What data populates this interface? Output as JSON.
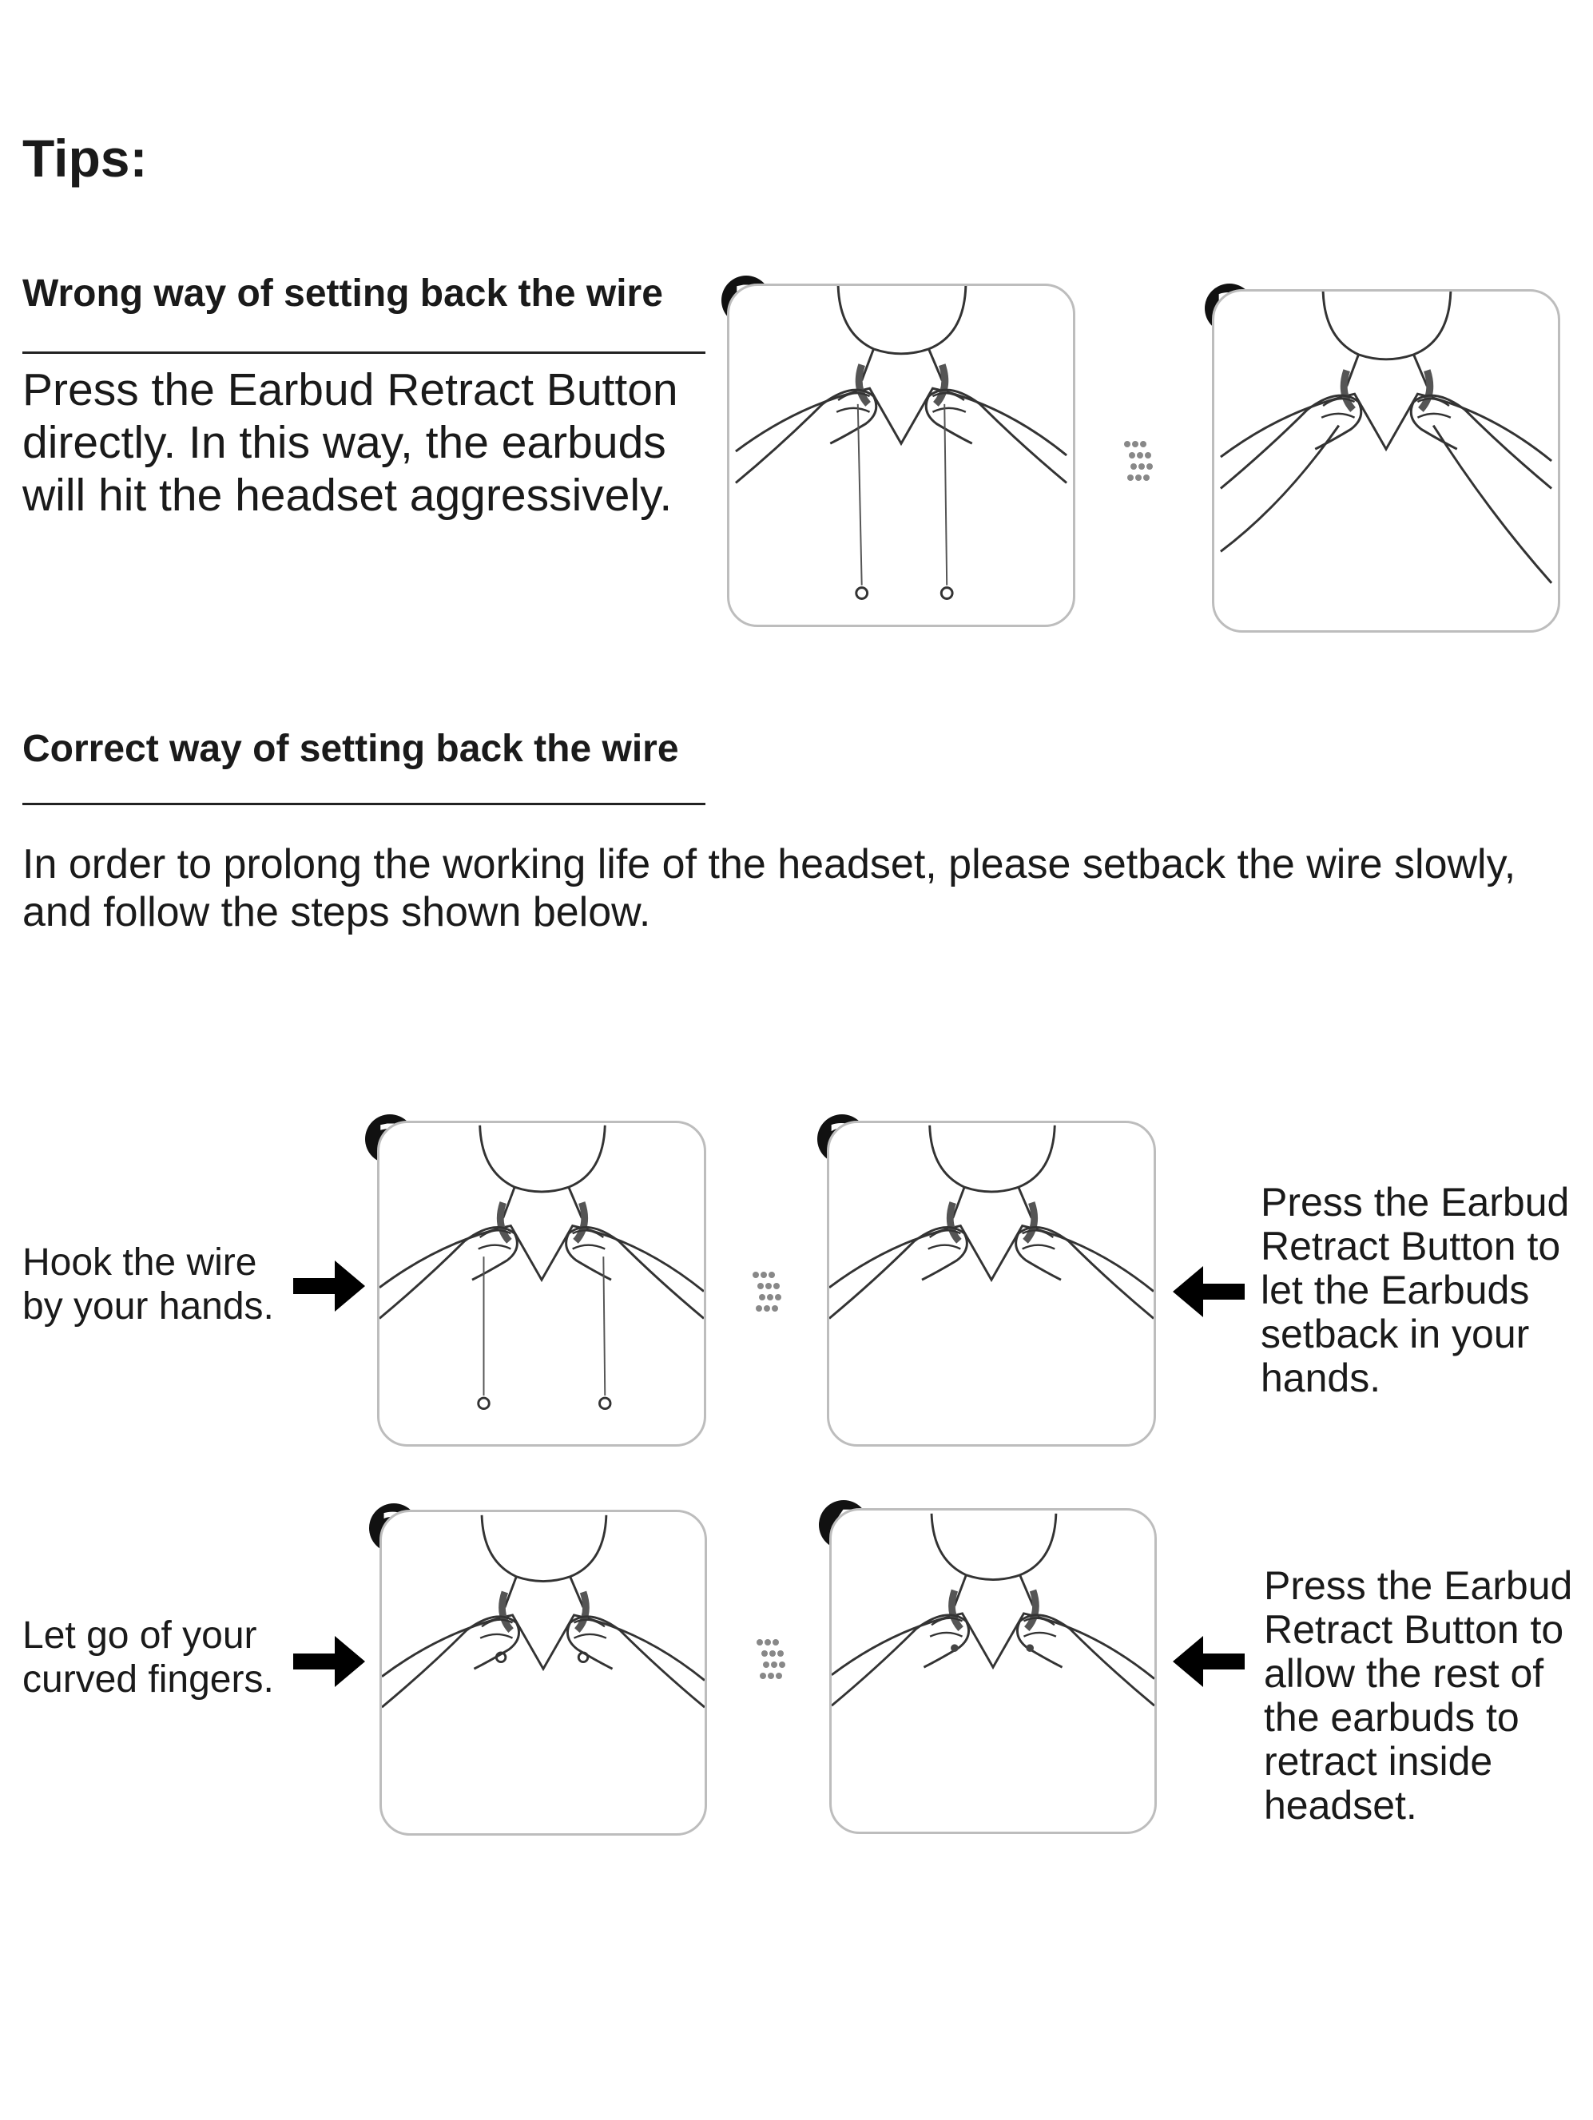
{
  "title": "Tips:",
  "wrong": {
    "heading": "Wrong way of setting back the wire",
    "text_lines": [
      "Press the Earbud Retract Button",
      "directly. In this way, the earbuds",
      "will hit the headset aggressively."
    ],
    "step_badges": [
      "1",
      "2"
    ]
  },
  "correct": {
    "heading": "Correct way of setting back the wire",
    "intro_lines": [
      "In order to prolong the working life of the headset, please setback the wire slowly,",
      "and follow the steps shown below."
    ],
    "step_badges": [
      "1",
      "2",
      "3",
      "4"
    ],
    "caption_1": [
      "Hook the wire",
      "by your hands."
    ],
    "caption_2": [
      "Press the Earbud",
      "Retract Button to",
      "let the Earbuds",
      "setback in your",
      "hands."
    ],
    "caption_3": [
      "Let go of your",
      "curved fingers."
    ],
    "caption_4": [
      "Press the Earbud",
      "Retract Button to",
      "allow the rest of",
      "the earbuds to",
      "retract inside",
      "headset."
    ]
  },
  "icons": [
    "right-arrow-icon",
    "left-arrow-icon",
    "step-dots-icon",
    "person-wire-illustration"
  ],
  "colors": {
    "text": "#1a1a1a",
    "panel_border": "#bdbdbd",
    "badge": "#111111"
  }
}
